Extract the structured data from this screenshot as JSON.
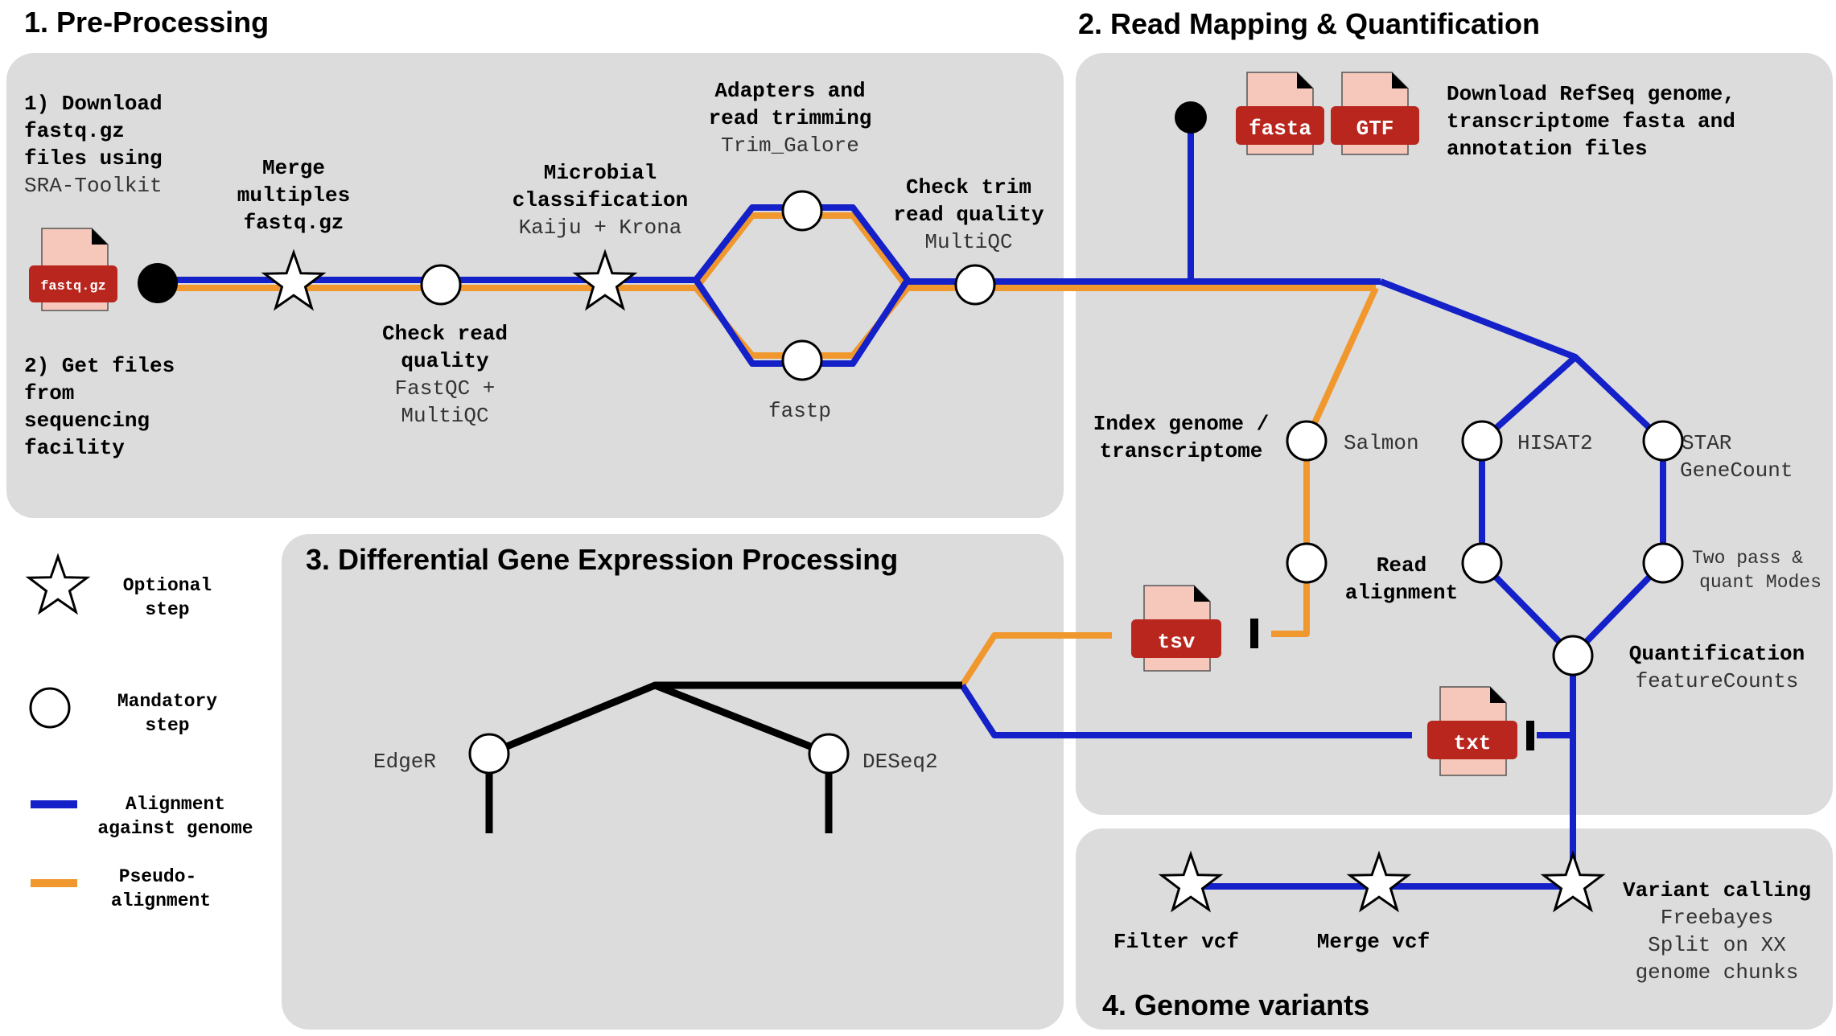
{
  "sections": {
    "pre": "1. Pre-Processing",
    "mapping": "2. Read Mapping & Quantification",
    "dge": "3. Differential Gene Expression Processing",
    "variants": "4. Genome variants"
  },
  "pre": {
    "download_1": "1) Download",
    "download_2": "fastq.gz",
    "download_3": "files using",
    "download_tool": "SRA-Toolkit",
    "get_1": "2) Get files",
    "get_2": "from",
    "get_3": "sequencing",
    "get_4": "facility",
    "merge_1": "Merge",
    "merge_2": "multiples",
    "merge_3": "fastq.gz",
    "check_1": "Check read",
    "check_2": "quality",
    "check_tool_1": "FastQC +",
    "check_tool_2": "MultiQC",
    "micro_1": "Microbial",
    "micro_2": "classification",
    "micro_tool": "Kaiju + Krona",
    "adapt_1": "Adapters and",
    "adapt_2": "read trimming",
    "adapt_tool": "Trim_Galore",
    "fastp": "fastp",
    "trim_1": "Check trim",
    "trim_2": "read quality",
    "trim_tool": "MultiQC"
  },
  "mapping": {
    "download_1": "Download RefSeq genome,",
    "download_2": "transcriptome fasta and",
    "download_3": "annotation files",
    "index_1": "Index genome /",
    "index_2": "transcriptome",
    "salmon": "Salmon",
    "hisat2": "HISAT2",
    "star_1": "STAR",
    "star_2": "GeneCount",
    "read_align_1": "Read",
    "read_align_2": "alignment",
    "two_pass_1": "Two pass &",
    "two_pass_2": "quant Modes",
    "quant": "Quantification",
    "quant_tool": "featureCounts"
  },
  "dge": {
    "edger": "EdgeR",
    "deseq2": "DESeq2"
  },
  "variants": {
    "calling": "Variant calling",
    "tool_1": "Freebayes",
    "tool_2": "Split on XX",
    "tool_3": "genome chunks",
    "merge": "Merge vcf",
    "filter": "Filter vcf"
  },
  "files": {
    "fastq": "fastq.gz",
    "fasta": "fasta",
    "gtf": "GTF",
    "tsv": "tsv",
    "txt": "txt"
  },
  "legend": {
    "optional_1": "Optional",
    "optional_2": "step",
    "mandatory_1": "Mandatory",
    "mandatory_2": "step",
    "align_1": "Alignment",
    "align_2": "against genome",
    "pseudo_1": "Pseudo-",
    "pseudo_2": "alignment"
  },
  "colors": {
    "alignment": "#1420c8",
    "pseudo": "#f0982e",
    "panel": "#dcdcdc",
    "file_red": "#b8261e",
    "file_pink": "#f6c8bc"
  }
}
